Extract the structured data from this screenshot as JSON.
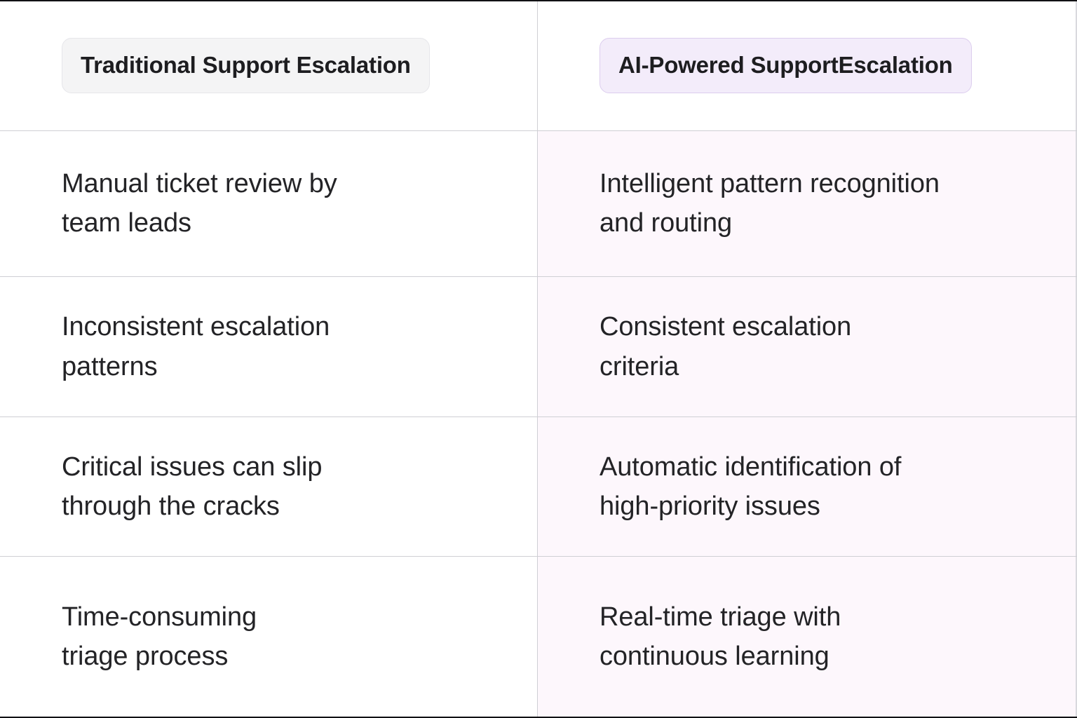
{
  "table": {
    "columns": [
      {
        "id": "traditional",
        "label": "Traditional Support Escalation",
        "accent": "#f4f4f5",
        "border": "#e6e6ea"
      },
      {
        "id": "ai",
        "label": "AI-Powered SupportEscalation",
        "accent": "#f3ecfa",
        "border": "#dccdee"
      }
    ],
    "rows": [
      {
        "traditional": "Manual ticket review by\nteam leads",
        "ai": "Intelligent pattern recognition\nand routing"
      },
      {
        "traditional": "Inconsistent escalation\npatterns",
        "ai": "Consistent escalation\ncriteria"
      },
      {
        "traditional": "Critical issues can slip\nthrough the cracks",
        "ai": "Automatic identification of\nhigh-priority issues"
      },
      {
        "traditional": "Time-consuming\ntriage process",
        "ai": "Real-time triage with\ncontinuous learning"
      }
    ]
  }
}
